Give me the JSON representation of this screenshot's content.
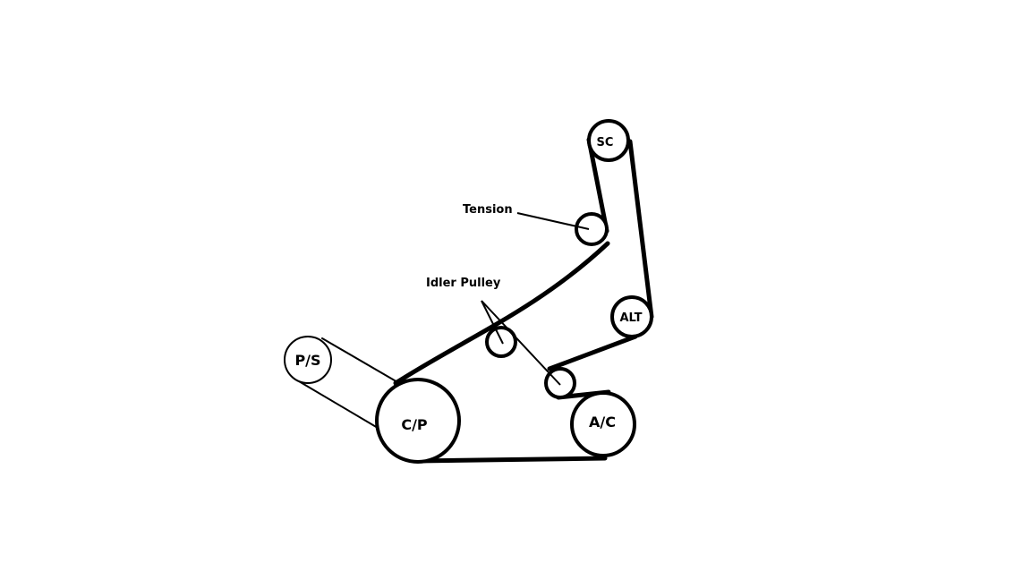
{
  "diagram": {
    "pulleys": {
      "ps": "P/S",
      "cp": "C/P",
      "ac": "A/C",
      "alt": "ALT",
      "sc": "SC"
    },
    "callouts": {
      "tension": "Tension",
      "idler": "Idler Pulley"
    },
    "colors": {
      "background": "#ffffff",
      "line": "#000000"
    }
  }
}
